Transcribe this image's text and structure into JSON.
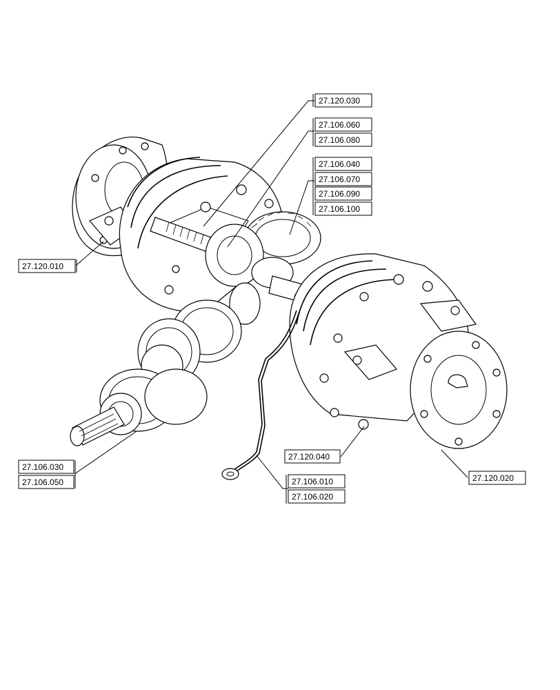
{
  "callouts": {
    "c_27_120_030": "27.120.030",
    "c_27_106_060": "27.106.060",
    "c_27_106_080": "27.106.080",
    "c_27_106_040": "27.106.040",
    "c_27_106_070": "27.106.070",
    "c_27_106_090": "27.106.090",
    "c_27_106_100": "27.106.100",
    "c_27_120_010": "27.120.010",
    "c_27_106_030": "27.106.030",
    "c_27_106_050": "27.106.050",
    "c_27_120_040": "27.120.040",
    "c_27_106_010": "27.106.010",
    "c_27_106_020": "27.106.020",
    "c_27_120_020": "27.120.020"
  }
}
